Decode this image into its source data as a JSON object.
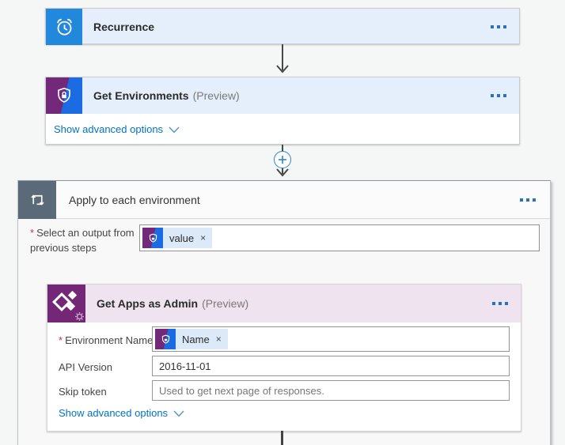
{
  "colors": {
    "recurrence_icon_bg": "#2288dc",
    "connector_arrow": "#474747",
    "card_header_blue": "#e4effb",
    "scope_icon_bg": "#5a6a79",
    "get_apps_icon_bg": "#742776",
    "get_apps_header_bg": "#eee3ee",
    "link_blue": "#0072c6",
    "token_chip_bg": "#dce9f9",
    "ellipsis_blue": "#2a72b8",
    "required_red": "#d13438"
  },
  "icons": {
    "recurrence": "alarm-clock-icon",
    "get_environments": "shield-lock-icon",
    "apply_to_each": "loop-icon",
    "get_apps": "power-apps-diamonds-icon",
    "menu": "ellipsis-icon",
    "insert_step": "plus-circle-icon",
    "expand": "chevron-down-icon",
    "remove_token": "close-x-icon"
  },
  "misc": {
    "required_marker": "*",
    "remove_glyph": "×"
  },
  "recurrence_card": {
    "title": "Recurrence"
  },
  "get_environments_card": {
    "title": "Get Environments",
    "preview_suffix": "(Preview)",
    "advanced_options_label": "Show advanced options"
  },
  "apply_to_each": {
    "title": "Apply to each environment",
    "select_output_label": "Select an output from previous steps",
    "output_token": {
      "text": "value"
    },
    "get_apps_card": {
      "title": "Get Apps as Admin",
      "preview_suffix": "(Preview)",
      "fields": [
        {
          "label": "Environment Name",
          "required": true,
          "token": {
            "text": "Name"
          }
        },
        {
          "label": "API Version",
          "value": "2016-11-01"
        },
        {
          "label": "Skip token",
          "placeholder": "Used to get next page of responses."
        }
      ],
      "advanced_options_label": "Show advanced options"
    }
  }
}
